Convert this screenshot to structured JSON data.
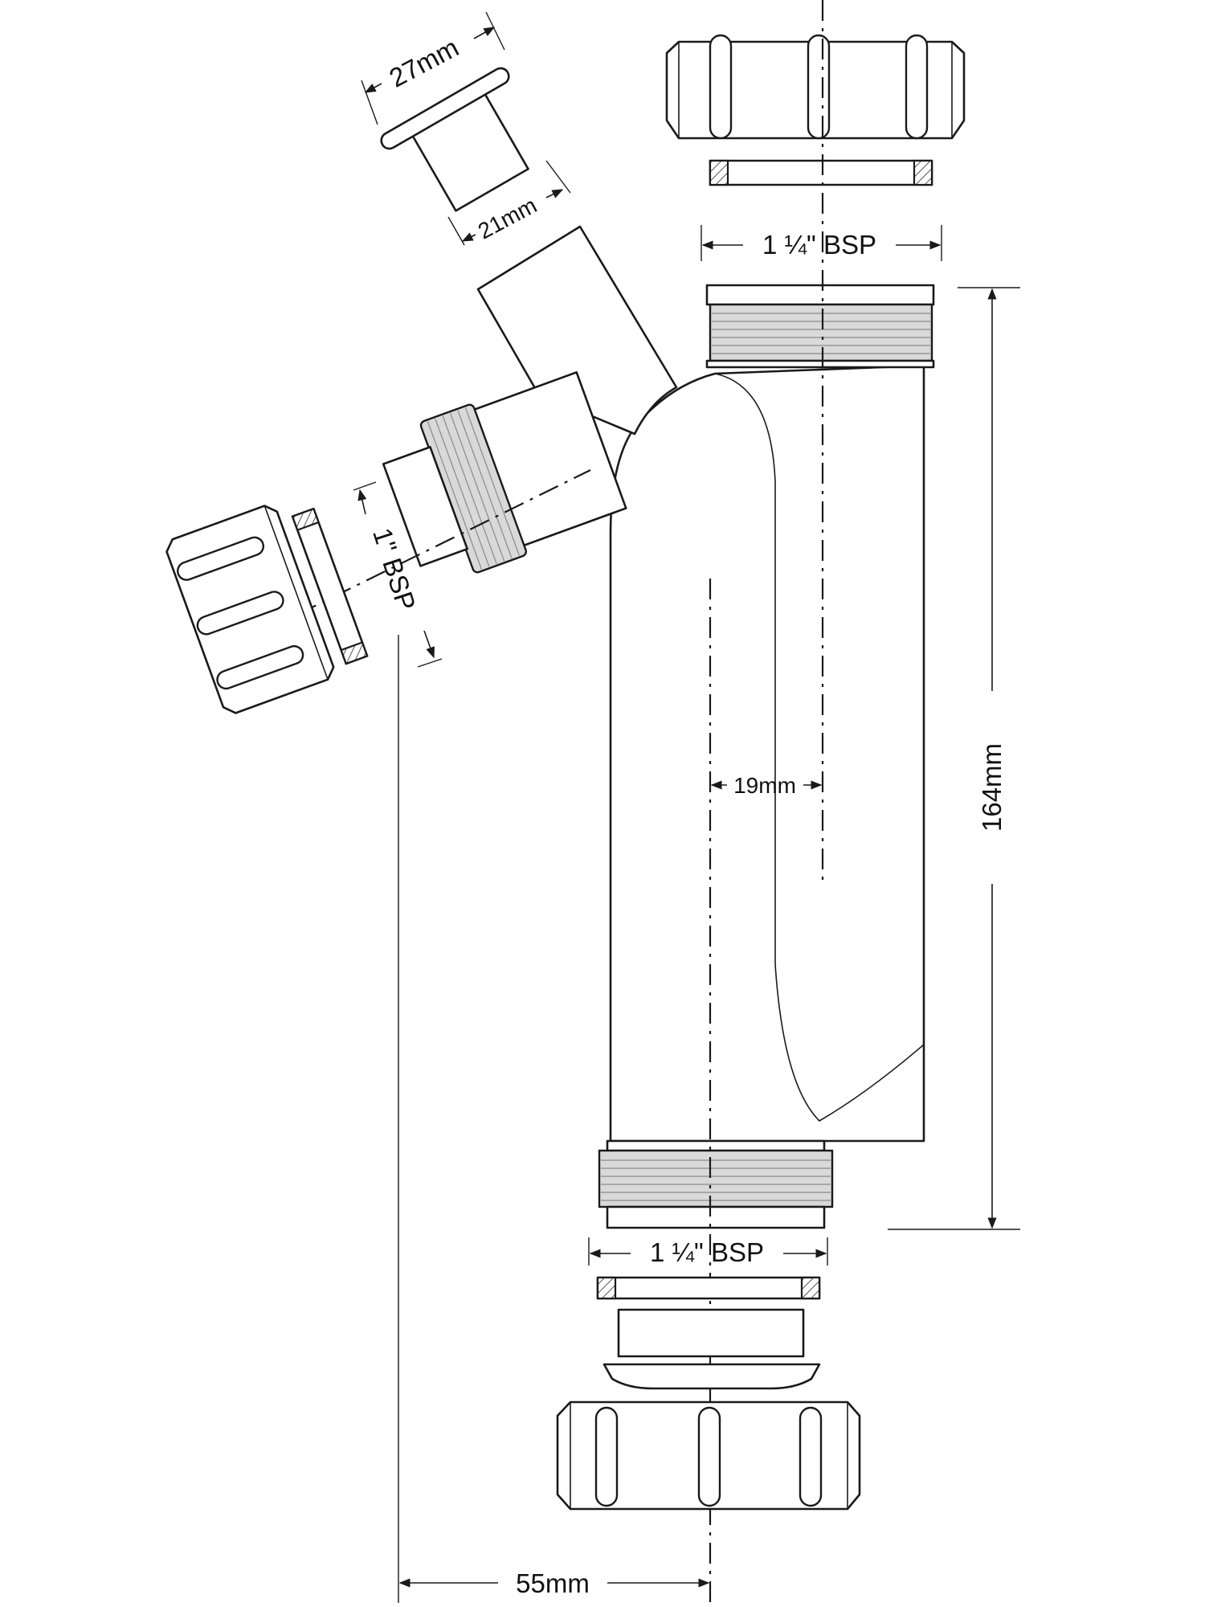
{
  "diagram": {
    "labels": {
      "drain_outer_diameter": "27mm",
      "drain_inner_diameter": "21mm",
      "top_thread": "1 ¼\" BSP",
      "side_thread": "1\" BSP",
      "offset": "19mm",
      "height": "164mm",
      "bottom_thread": "1 ¼\" BSP",
      "base_offset": "55mm"
    },
    "colors": {
      "line": "#1a1a1a",
      "thread_fill": "#d9d9d9",
      "background": "#ffffff"
    }
  }
}
